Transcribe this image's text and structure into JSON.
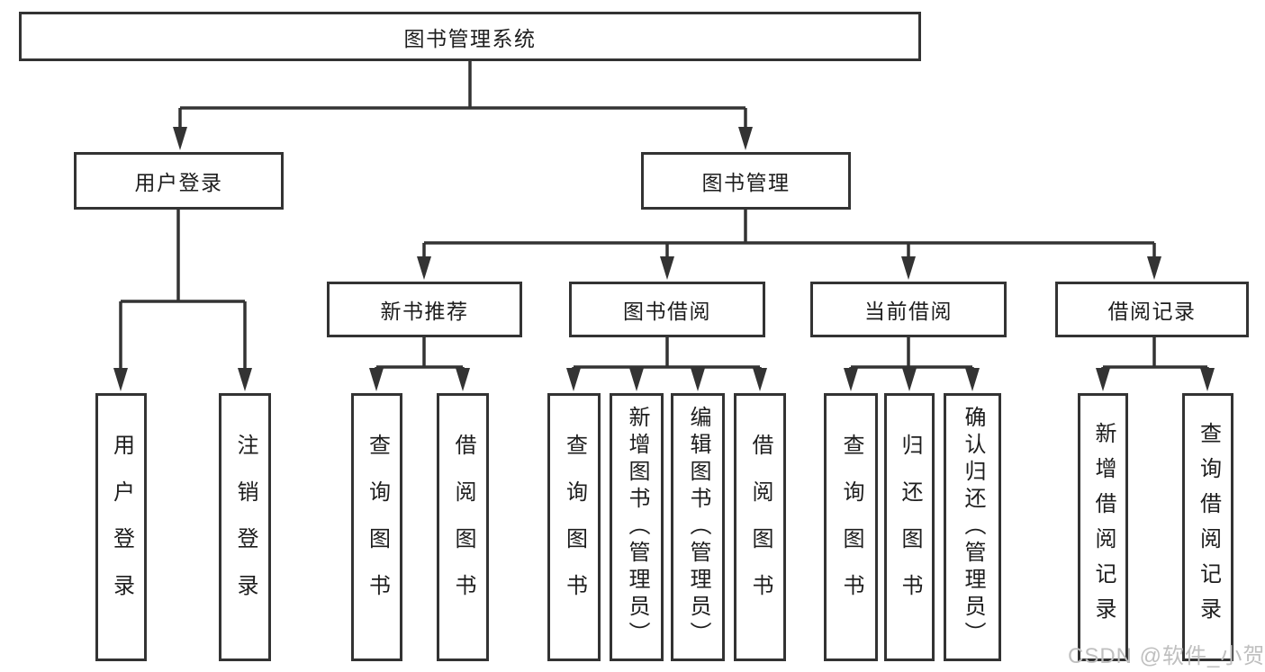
{
  "diagram": {
    "root": "图书管理系统",
    "branches": [
      {
        "label": "用户登录",
        "children": [
          "用户登录",
          "注销登录"
        ]
      },
      {
        "label": "图书管理",
        "groups": [
          {
            "label": "新书推荐",
            "children": [
              "查询图书",
              "借阅图书"
            ]
          },
          {
            "label": "图书借阅",
            "children": [
              "查询图书",
              "新增图书（管理员）",
              "编辑图书（管理员）",
              "借阅图书"
            ]
          },
          {
            "label": "当前借阅",
            "children": [
              "查询图书",
              "归还图书",
              "确认归还（管理员）"
            ]
          },
          {
            "label": "借阅记录",
            "children": [
              "新增借阅记录",
              "查询借阅记录"
            ]
          }
        ]
      }
    ]
  },
  "watermark": {
    "text": "CSDN @软件_小贺同学",
    "color": "#bfbfbf"
  },
  "colors": {
    "line": "#333333",
    "text": "#1d1d1d",
    "background": "#ffffff"
  }
}
